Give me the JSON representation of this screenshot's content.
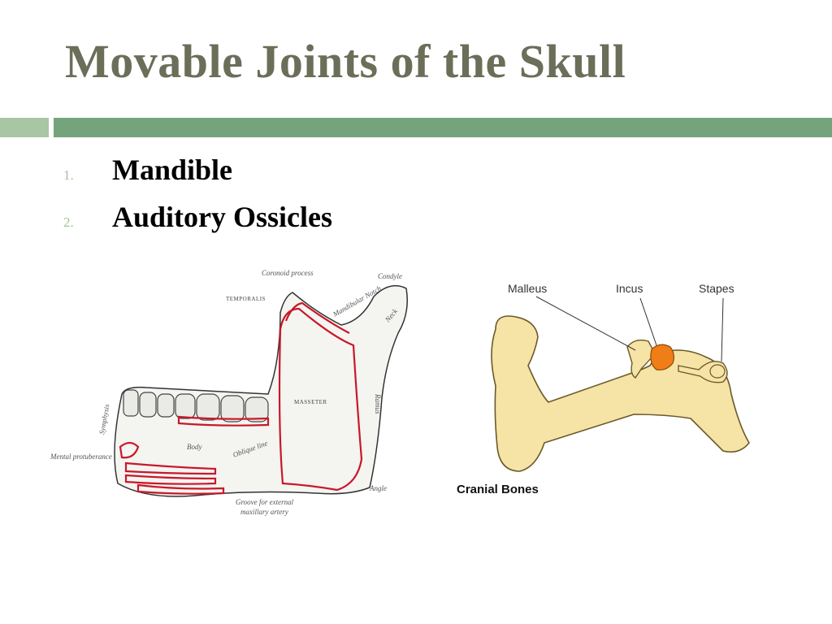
{
  "slide": {
    "title": "Movable Joints of the Skull",
    "items": [
      {
        "number": "1.",
        "text": "Mandible"
      },
      {
        "number": "2.",
        "text": "Auditory Ossicles"
      }
    ]
  },
  "mandible_figure": {
    "labels": {
      "coronoid": "Coronoid process",
      "temporalis": "TEMPORALIS",
      "condyle": "Condyle",
      "mandibular_notch": "Mandibular Notch",
      "neck": "Neck",
      "masseter": "MASSETER",
      "ramus": "Ramus",
      "body": "Body",
      "oblique_line": "Oblique line",
      "symphysis": "Symphysis",
      "mental_protuberance": "Mental protuberance",
      "angle": "Angle",
      "groove_1": "Groove for external",
      "groove_2": "maxillary artery"
    }
  },
  "ear_figure": {
    "labels": {
      "malleus": "Malleus",
      "incus": "Incus",
      "stapes": "Stapes"
    },
    "caption": "Cranial Bones",
    "colors": {
      "bone": "#f6e3a6",
      "incus": "#f07d16",
      "outline": "#6a5a2a"
    }
  },
  "colors": {
    "title": "#6b6e58",
    "rule_main": "#75a47c",
    "rule_left": "#a9c6a4",
    "list_number": "#a3c39c",
    "muscle_outline": "#c8182a"
  }
}
